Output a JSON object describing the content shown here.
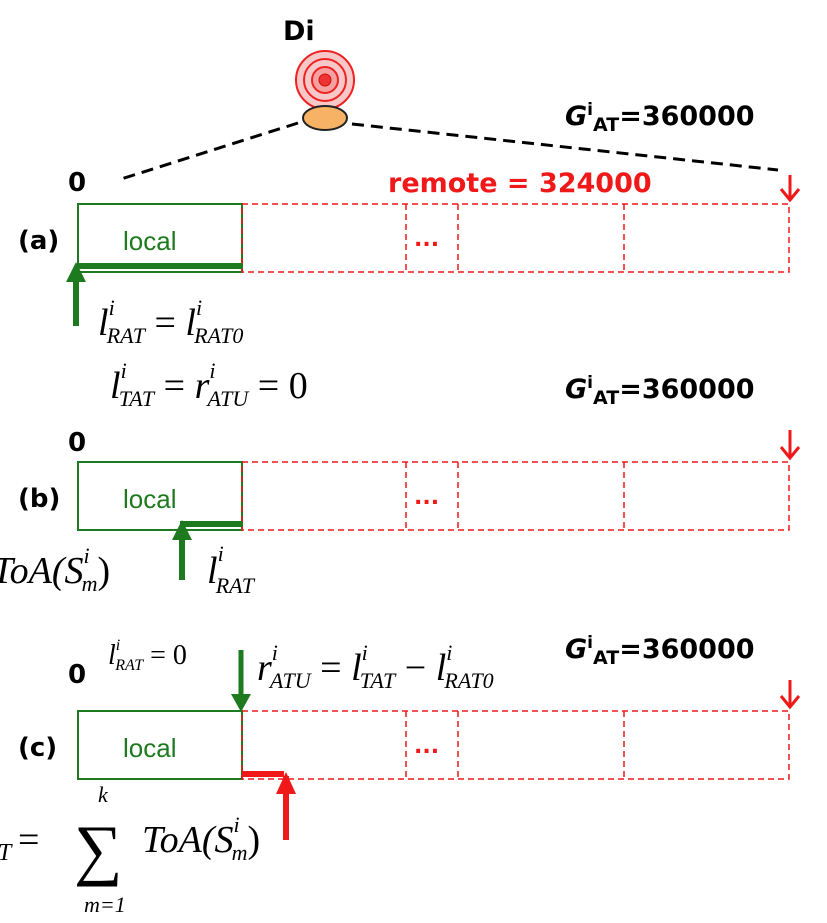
{
  "device": {
    "label": "Di"
  },
  "gat": {
    "base": "G",
    "sup": "i",
    "sub": "AT",
    "value": "=360000"
  },
  "zero": "0",
  "remote_label": "remote = 324000",
  "local_label": "local",
  "ellipsis": "...",
  "panels": [
    {
      "id": "(a)"
    },
    {
      "id": "(b)"
    },
    {
      "id": "(c)"
    }
  ],
  "formulas": {
    "a_line1": {
      "lhs": "l",
      "sup": "i",
      "sub": "RAT",
      "eq": " = ",
      "rhs": "l",
      "rsup": "i",
      "rsub": "RAT0"
    },
    "a_line2": {
      "l1": "l",
      "s1": "TAT",
      "eq1": " = ",
      "r": "r",
      "s2": "ATU",
      "eq2": " = 0",
      "sup": "i"
    },
    "b_left": {
      "text": "ToA(S",
      "sub": "m",
      "sup": "i",
      "close": ")"
    },
    "b_right": {
      "l": "l",
      "sup": "i",
      "sub": "RAT"
    },
    "c_top_left": {
      "l": "l",
      "sup": "i",
      "sub": "RAT",
      "eq": " = 0"
    },
    "c_top_right": {
      "r": "r",
      "rsup": "i",
      "rsub": "ATU",
      "eq": " = ",
      "l1": "l",
      "s1": "TAT",
      "minus": " − ",
      "l2": "l",
      "s2": "RAT0",
      "sup": "i"
    },
    "c_bottom": {
      "lhs_sub": "T",
      "eq": " = ",
      "k": "k",
      "m": "m=1",
      "term": "ToA(S",
      "sub": "m",
      "sup": "i",
      "close": ")"
    }
  },
  "colors": {
    "green": "#1e7a1e",
    "red": "#f01818",
    "black": "#000000",
    "orange": "#f7b266",
    "signal": "#e33"
  }
}
